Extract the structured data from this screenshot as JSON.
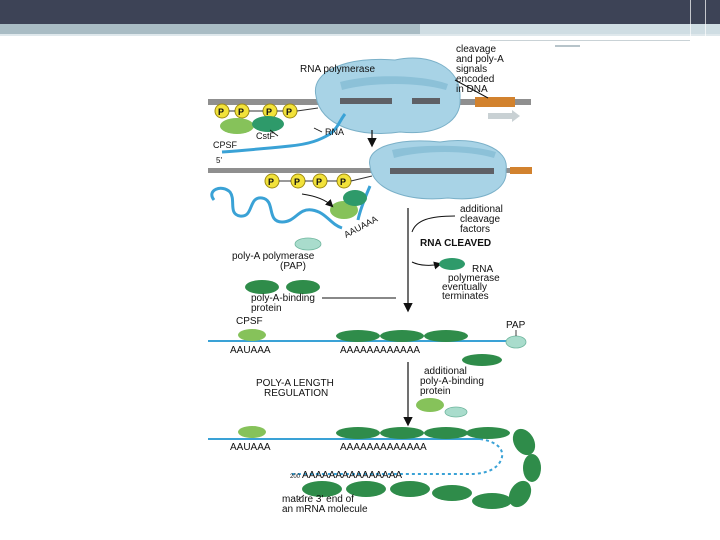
{
  "labels": {
    "rna_polymerase": "RNA polymerase",
    "cleavage_signals": [
      "cleavage",
      "and poly-A",
      "signals",
      "encoded",
      "in DNA"
    ],
    "cstf": "CstF",
    "rna": "RNA",
    "cpsf": "CPSF",
    "five_prime": "5'",
    "phosphate": "P",
    "aauaaa": "AAUAAA",
    "additional_cleavage_factors": [
      "additional",
      "cleavage",
      "factors"
    ],
    "rna_cleaved": "RNA CLEAVED",
    "pap_label": [
      "poly-A polymerase",
      "(PAP)"
    ],
    "pol_terminates": [
      "RNA",
      "polymerase",
      "eventually",
      "terminates"
    ],
    "pabp_label": [
      "poly-A-binding",
      "protein"
    ],
    "cpsf_2": "CPSF",
    "pap": "PAP",
    "tail_short": "AAAAAAAAAAAA",
    "length_regulation": [
      "POLY-A LENGTH",
      "REGULATION"
    ],
    "additional_pabp": [
      "additional",
      "poly-A-binding",
      "protein"
    ],
    "tail_long": "AAAAAAAAAAAAA",
    "tail_200": "AAAAAAAAAAAAAAA",
    "tail_200_prefix": "200",
    "mature_end": [
      "mature 3' end of",
      "an mRNA molecule"
    ]
  },
  "colors": {
    "polymerase": "#a8d3e6",
    "dna": "#8f8f8f",
    "signal": "#d2822e",
    "phosphate": "#f2e23a",
    "cpsf": "#86c25a",
    "cstf": "#2e9a6a",
    "pabp": "#2f8c4a",
    "pap": "#a9dccc",
    "rna": "#3aa2d6"
  }
}
